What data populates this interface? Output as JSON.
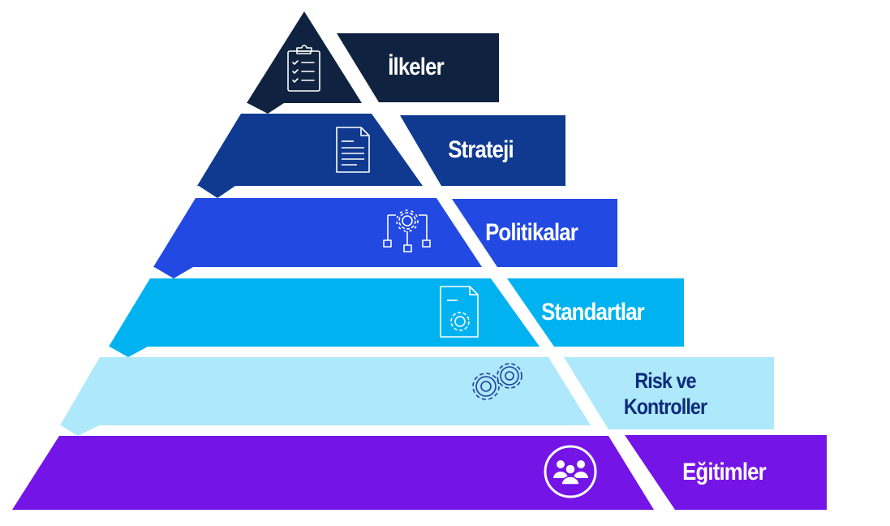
{
  "levels": [
    {
      "label": "İlkeler",
      "icon": "clipboard-checklist-icon",
      "color": "#0f2340"
    },
    {
      "label": "Strateji",
      "icon": "document-icon",
      "color": "#0f3a8f"
    },
    {
      "label": "Politikalar",
      "icon": "process-gear-network-icon",
      "color": "#2249e2"
    },
    {
      "label": "Standartlar",
      "icon": "file-gear-icon",
      "color": "#00b3f0"
    },
    {
      "label": "Risk ve Kontroller",
      "label_line1": "Risk ve",
      "label_line2": "Kontroller",
      "icon": "gears-icon",
      "color": "#aee8fb"
    },
    {
      "label": "Eğitimler",
      "icon": "user-group-icon",
      "color": "#7414e6"
    }
  ]
}
